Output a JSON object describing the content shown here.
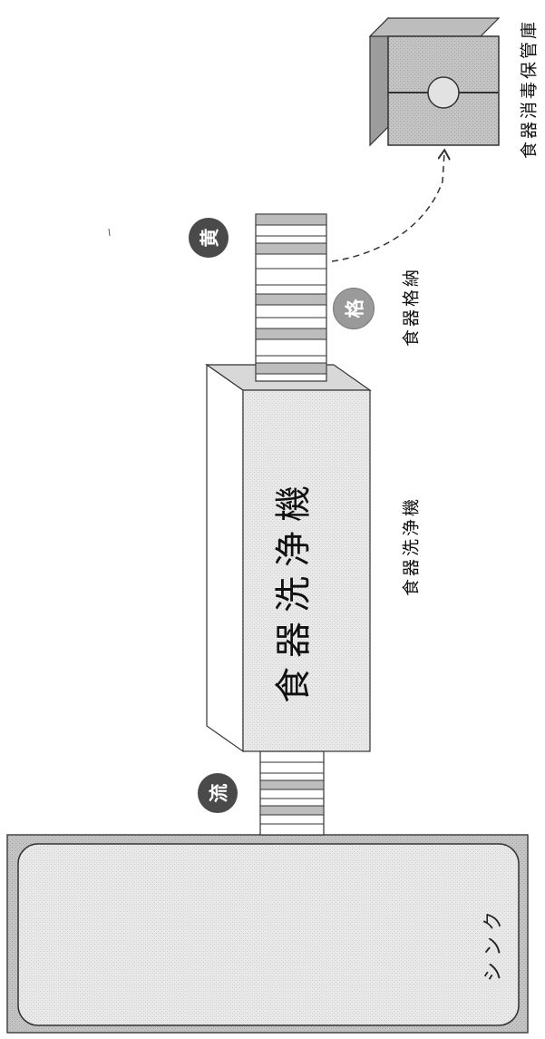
{
  "labels": {
    "sink": "シンク",
    "dishwasher_inner": "食器洗浄機",
    "dishwasher_caption": "食器洗浄機",
    "storage_caption": "食器格納",
    "cabinet_caption": "食器消毒保管庫"
  },
  "badges": {
    "left": "流",
    "top": "黄",
    "bottom": "格"
  },
  "colors": {
    "outline": "#333333",
    "fill_light": "#eeeeee",
    "fill_mid": "#d4d4d4",
    "fill_dark": "#b5b5b5",
    "badge_dark": "#4a4a4a",
    "badge_light": "#9a9a9a"
  }
}
